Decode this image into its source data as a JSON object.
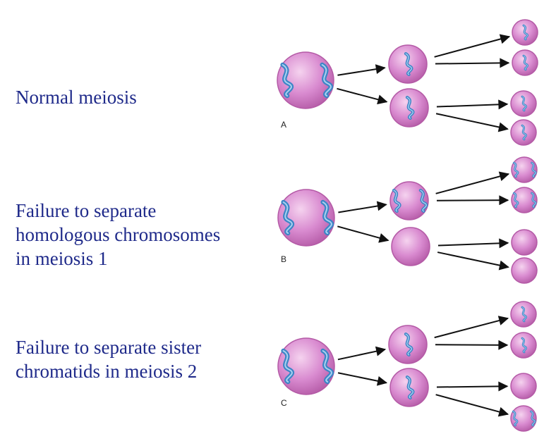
{
  "colors": {
    "caption_text": "#1f2a8a",
    "cell_outer": "#b45aa6",
    "cell_inner": "#d98bd0",
    "cell_highlight": "#f5d3ef",
    "chromosome": "#3d85c6",
    "chromosome_light": "#a9d1f0",
    "arrow": "#111111"
  },
  "panels": [
    {
      "letter": "A",
      "caption": "Normal meiosis",
      "parent_chromosomes": 2,
      "daughters": [
        {
          "chromosomes": 1,
          "gametes": [
            {
              "chromosomes": 1
            },
            {
              "chromosomes": 1
            }
          ]
        },
        {
          "chromosomes": 1,
          "gametes": [
            {
              "chromosomes": 1
            },
            {
              "chromosomes": 1
            }
          ]
        }
      ]
    },
    {
      "letter": "B",
      "caption": "Failure to separate\nhomologous chromosomes\nin meiosis 1",
      "parent_chromosomes": 2,
      "daughters": [
        {
          "chromosomes": 2,
          "gametes": [
            {
              "chromosomes": 2
            },
            {
              "chromosomes": 2
            }
          ]
        },
        {
          "chromosomes": 0,
          "gametes": [
            {
              "chromosomes": 0
            },
            {
              "chromosomes": 0
            }
          ]
        }
      ]
    },
    {
      "letter": "C",
      "caption": "Failure to separate sister\nchromatids in meiosis 2",
      "parent_chromosomes": 2,
      "daughters": [
        {
          "chromosomes": 1,
          "gametes": [
            {
              "chromosomes": 1
            },
            {
              "chromosomes": 1
            }
          ]
        },
        {
          "chromosomes": 1,
          "gametes": [
            {
              "chromosomes": 0
            },
            {
              "chromosomes": 2
            }
          ]
        }
      ]
    }
  ]
}
